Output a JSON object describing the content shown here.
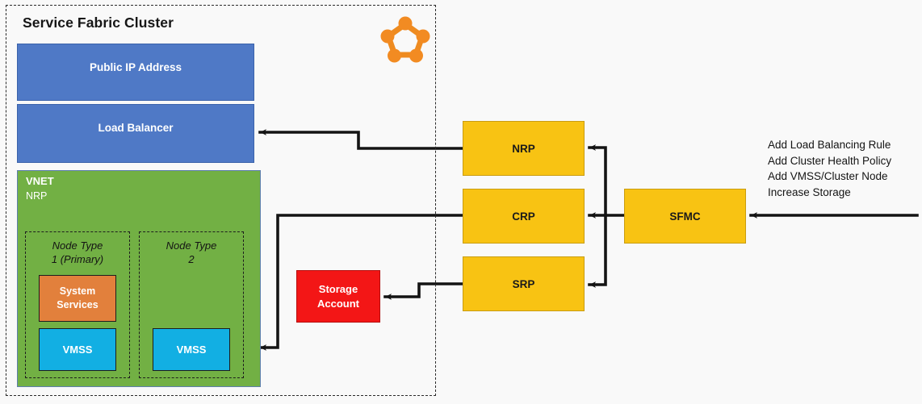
{
  "cluster": {
    "title": "Service Fabric Cluster",
    "logo_icon": "service-fabric-logo-icon",
    "public_ip": {
      "label": "Public IP Address"
    },
    "load_balancer": {
      "label": "Load Balancer"
    },
    "vnet": {
      "title": "VNET",
      "subtitle": "NRP",
      "node_types": [
        {
          "label": "Node Type\n1 (Primary)",
          "line1": "Node Type",
          "line2": "1 (Primary)",
          "children": [
            {
              "label": "System Services",
              "line1": "System",
              "line2": "Services",
              "kind": "system-services"
            },
            {
              "label": "VMSS",
              "kind": "vmss"
            }
          ]
        },
        {
          "label": "Node Type\n2",
          "line1": "Node Type",
          "line2": "2",
          "children": [
            {
              "label": "VMSS",
              "kind": "vmss"
            }
          ]
        }
      ]
    }
  },
  "storage": {
    "line1": "Storage",
    "line2": "Account"
  },
  "providers": [
    {
      "id": "nrp",
      "label": "NRP"
    },
    {
      "id": "crp",
      "label": "CRP"
    },
    {
      "id": "srp",
      "label": "SRP"
    }
  ],
  "sfmc": {
    "label": "SFMC"
  },
  "actions": {
    "items": [
      "Add Load Balancing Rule",
      "Add Cluster Health Policy",
      "Add VMSS/Cluster Node",
      "Increase Storage"
    ]
  },
  "colors": {
    "blue": "#4F79C6",
    "green": "#72B044",
    "yellow": "#F8C313",
    "orange": "#E2803C",
    "cyan": "#12AFE3",
    "red": "#F31616",
    "logo_orange": "#F28B22",
    "arrow": "#141414"
  }
}
